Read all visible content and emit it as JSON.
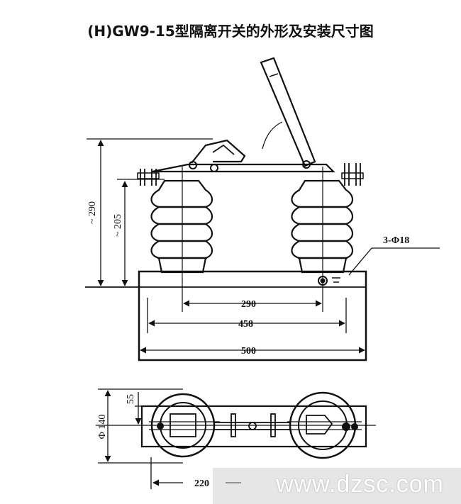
{
  "title": "(H)GW9-15型隔离开关的外形及安装尺寸图",
  "dimensions": {
    "height_total": "~ 290",
    "height_insulator": "~ 205",
    "mount_holes": "3-Φ18",
    "span_290": "290",
    "span_458": "458",
    "span_500": "500",
    "depth_140": "Φ 140",
    "offset_55": "55",
    "span_220": "220"
  },
  "watermark": "www.dzsc.com",
  "colors": {
    "line": "#111111",
    "background": "#ffffff"
  }
}
